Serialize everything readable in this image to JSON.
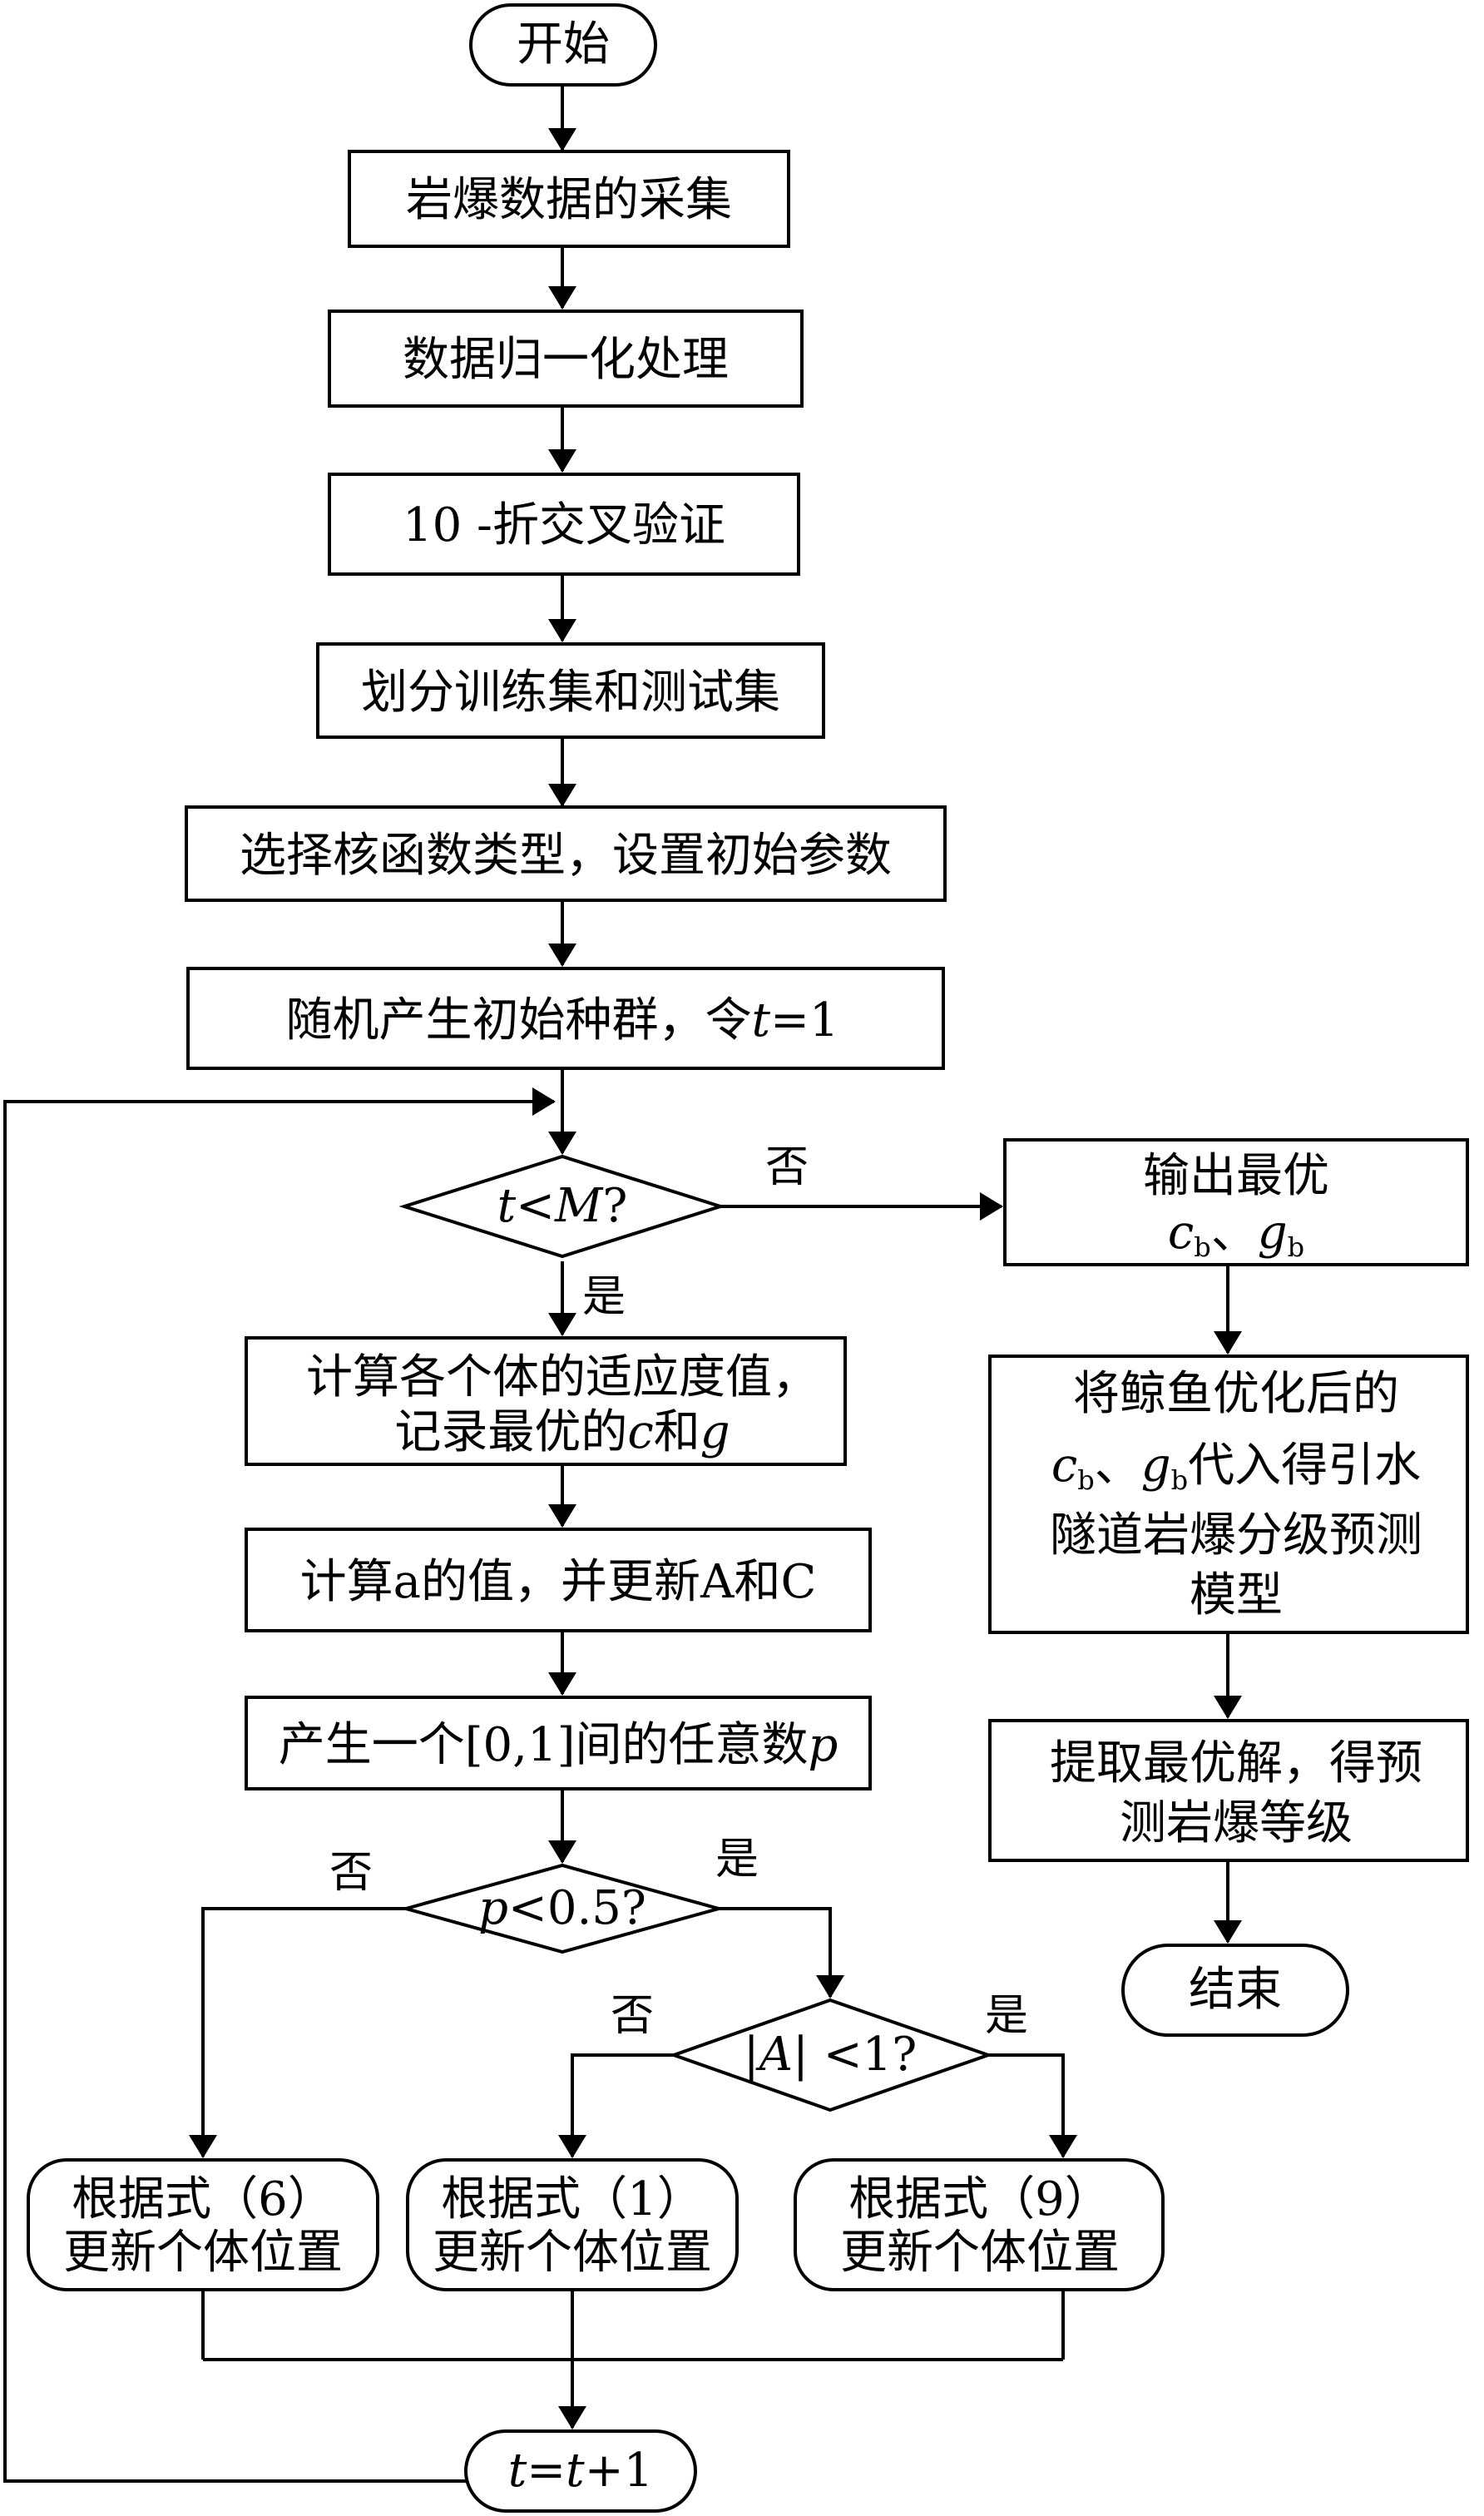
{
  "nodes": {
    "start": "开始",
    "collect": "岩爆数据的采集",
    "normalize": "数据归一化处理",
    "cross_validation": "10 -折交叉验证",
    "split": "划分训练集和测试集",
    "kernel": "选择核函数类型，设置初始参数",
    "init_population": {
      "prefix": "随机产生初始种群，令",
      "var": "t",
      "suffix": "=1"
    },
    "loop_check": {
      "var1": "t",
      "op": "<",
      "var2": "M",
      "suffix": "?"
    },
    "fitness": {
      "line1": "计算各个体的适应度值，",
      "line2_prefix": "记录最优的",
      "var_c": "c",
      "mid": "和",
      "var_g": "g"
    },
    "update_a": "计算a的值，并更新A和C",
    "random_p": {
      "prefix": "产生一个[0,1]间的任意数",
      "var": "p"
    },
    "p_check": {
      "var": "p",
      "suffix": "<0.5?"
    },
    "a_check": {
      "bar_left": "|",
      "var": "A",
      "bar_right": "|",
      "suffix": " <1?"
    },
    "update6": {
      "line1": "根据式（6）",
      "line2": "更新个体位置"
    },
    "update1": {
      "line1": "根据式（1）",
      "line2": "更新个体位置"
    },
    "update9": {
      "line1": "根据式（9）",
      "line2": "更新个体位置"
    },
    "increment": {
      "var1": "t",
      "eq": "=",
      "var2": "t",
      "suffix": "+1"
    },
    "output": {
      "line1": "输出最优",
      "c": "c",
      "c_sub": "b",
      "sep": "、",
      "g": "g",
      "g_sub": "b"
    },
    "build_model": {
      "line1": "将鲸鱼优化后的",
      "c": "c",
      "c_sub": "b",
      "sep": "、",
      "g": "g",
      "g_sub": "b",
      "line2_suffix": "代入得引水",
      "line3": "隧道岩爆分级预测",
      "line4": "模型"
    },
    "extract": {
      "line1": "提取最优解，得预",
      "line2": "测岩爆等级"
    },
    "end": "结束"
  },
  "edge_labels": {
    "loop_no": "否",
    "loop_yes": "是",
    "p_no": "否",
    "p_yes": "是",
    "a_no": "否",
    "a_yes": "是"
  }
}
